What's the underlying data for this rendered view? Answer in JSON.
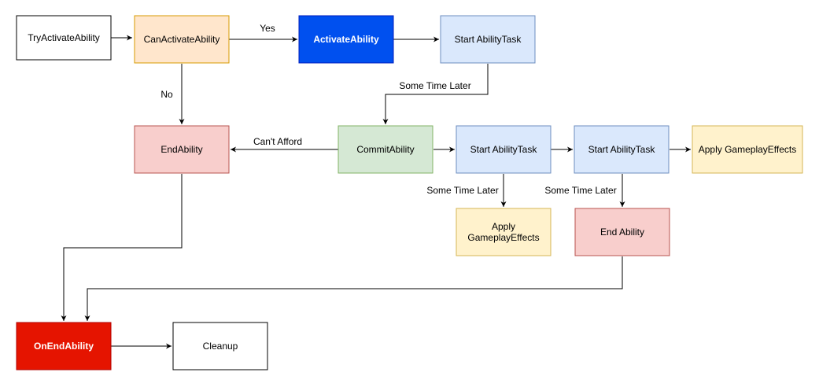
{
  "nodes": {
    "try_activate": {
      "label": "TryActivateAbility",
      "fill": "#ffffff",
      "stroke": "#000000",
      "text_color": "#000000"
    },
    "can_activate": {
      "label": "CanActivateAbility",
      "fill": "#ffe6cc",
      "stroke": "#d79b00",
      "text_color": "#000000"
    },
    "activate": {
      "label": "ActivateAbility",
      "fill": "#0050ef",
      "stroke": "#001dbc",
      "text_color": "#ffffff"
    },
    "task_1": {
      "label": "Start AbilityTask",
      "fill": "#dae8fc",
      "stroke": "#6c8ebf",
      "text_color": "#000000"
    },
    "end_ability": {
      "label": "EndAbility",
      "fill": "#f8cecc",
      "stroke": "#b85450",
      "text_color": "#000000"
    },
    "commit": {
      "label": "CommitAbility",
      "fill": "#d5e8d4",
      "stroke": "#82b366",
      "text_color": "#000000"
    },
    "task_2": {
      "label": "Start AbilityTask",
      "fill": "#dae8fc",
      "stroke": "#6c8ebf",
      "text_color": "#000000"
    },
    "task_3": {
      "label": "Start AbilityTask",
      "fill": "#dae8fc",
      "stroke": "#6c8ebf",
      "text_color": "#000000"
    },
    "apply_ge_1": {
      "label": "Apply GameplayEffects",
      "fill": "#fff2cc",
      "stroke": "#d6b656",
      "text_color": "#000000"
    },
    "apply_ge_2": {
      "label_line1": "Apply",
      "label_line2": "GameplayEffects",
      "fill": "#fff2cc",
      "stroke": "#d6b656",
      "text_color": "#000000"
    },
    "end_ability_2": {
      "label": "End Ability",
      "fill": "#f8cecc",
      "stroke": "#b85450",
      "text_color": "#000000"
    },
    "on_end": {
      "label": "OnEndAbility",
      "fill": "#e51400",
      "stroke": "#b20000",
      "text_color": "#ffffff"
    },
    "cleanup": {
      "label": "Cleanup",
      "fill": "#ffffff",
      "stroke": "#000000",
      "text_color": "#000000"
    }
  },
  "edge_labels": {
    "yes": "Yes",
    "no": "No",
    "some_time_later_1": "Some Time Later",
    "cant_afford": "Can't Afford",
    "some_time_later_2": "Some Time Later",
    "some_time_later_3": "Some Time Later"
  },
  "bold_nodes": [
    "activate",
    "on_end"
  ]
}
